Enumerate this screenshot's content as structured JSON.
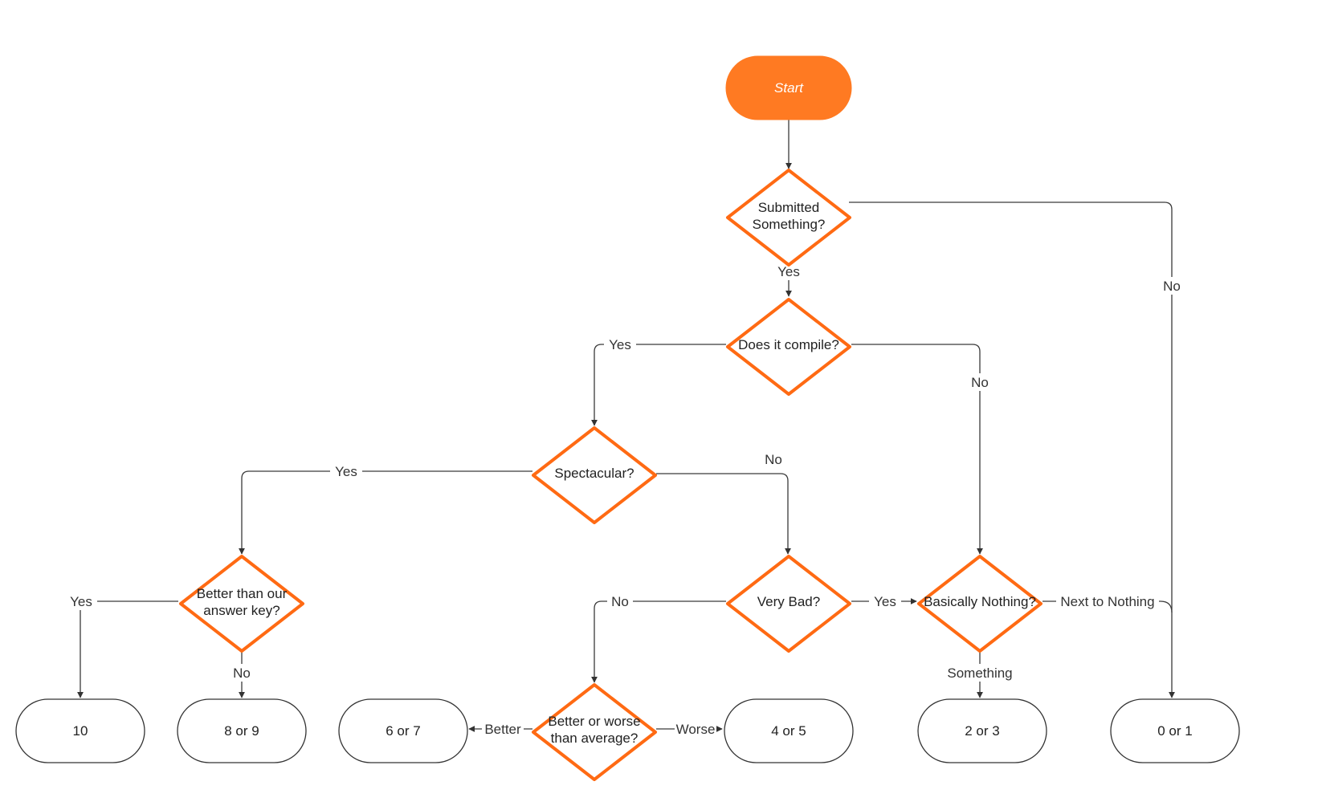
{
  "diagram": {
    "start": {
      "label": "Start"
    },
    "decisions": {
      "submitted": {
        "lines": [
          "Submitted",
          "Something?"
        ]
      },
      "compile": {
        "lines": [
          "Does it compile?"
        ]
      },
      "spectacular": {
        "lines": [
          "Spectacular?"
        ]
      },
      "better_key": {
        "lines": [
          "Better than our",
          "answer key?"
        ]
      },
      "very_bad": {
        "lines": [
          "Very Bad?"
        ]
      },
      "basically_nothing": {
        "lines": [
          "Basically Nothing?"
        ]
      },
      "better_worse": {
        "lines": [
          "Better or worse",
          "than average?"
        ]
      }
    },
    "outcomes": {
      "score_10": "10",
      "score_8_9": "8 or 9",
      "score_6_7": "6 or 7",
      "score_4_5": "4 or 5",
      "score_2_3": "2 or 3",
      "score_0_1": "0 or 1"
    },
    "edge_labels": {
      "submitted_yes": "Yes",
      "submitted_no": "No",
      "compile_yes": "Yes",
      "compile_no": "No",
      "spectacular_yes": "Yes",
      "spectacular_no": "No",
      "better_key_yes": "Yes",
      "better_key_no": "No",
      "very_bad_no": "No",
      "very_bad_yes": "Yes",
      "basically_something": "Something",
      "basically_next": "Next to Nothing",
      "better_worse_better": "Better",
      "better_worse_worse": "Worse"
    },
    "colors": {
      "accent": "#ff6a13",
      "start_fill": "#ff7a22",
      "line": "#3a3a3a"
    }
  }
}
